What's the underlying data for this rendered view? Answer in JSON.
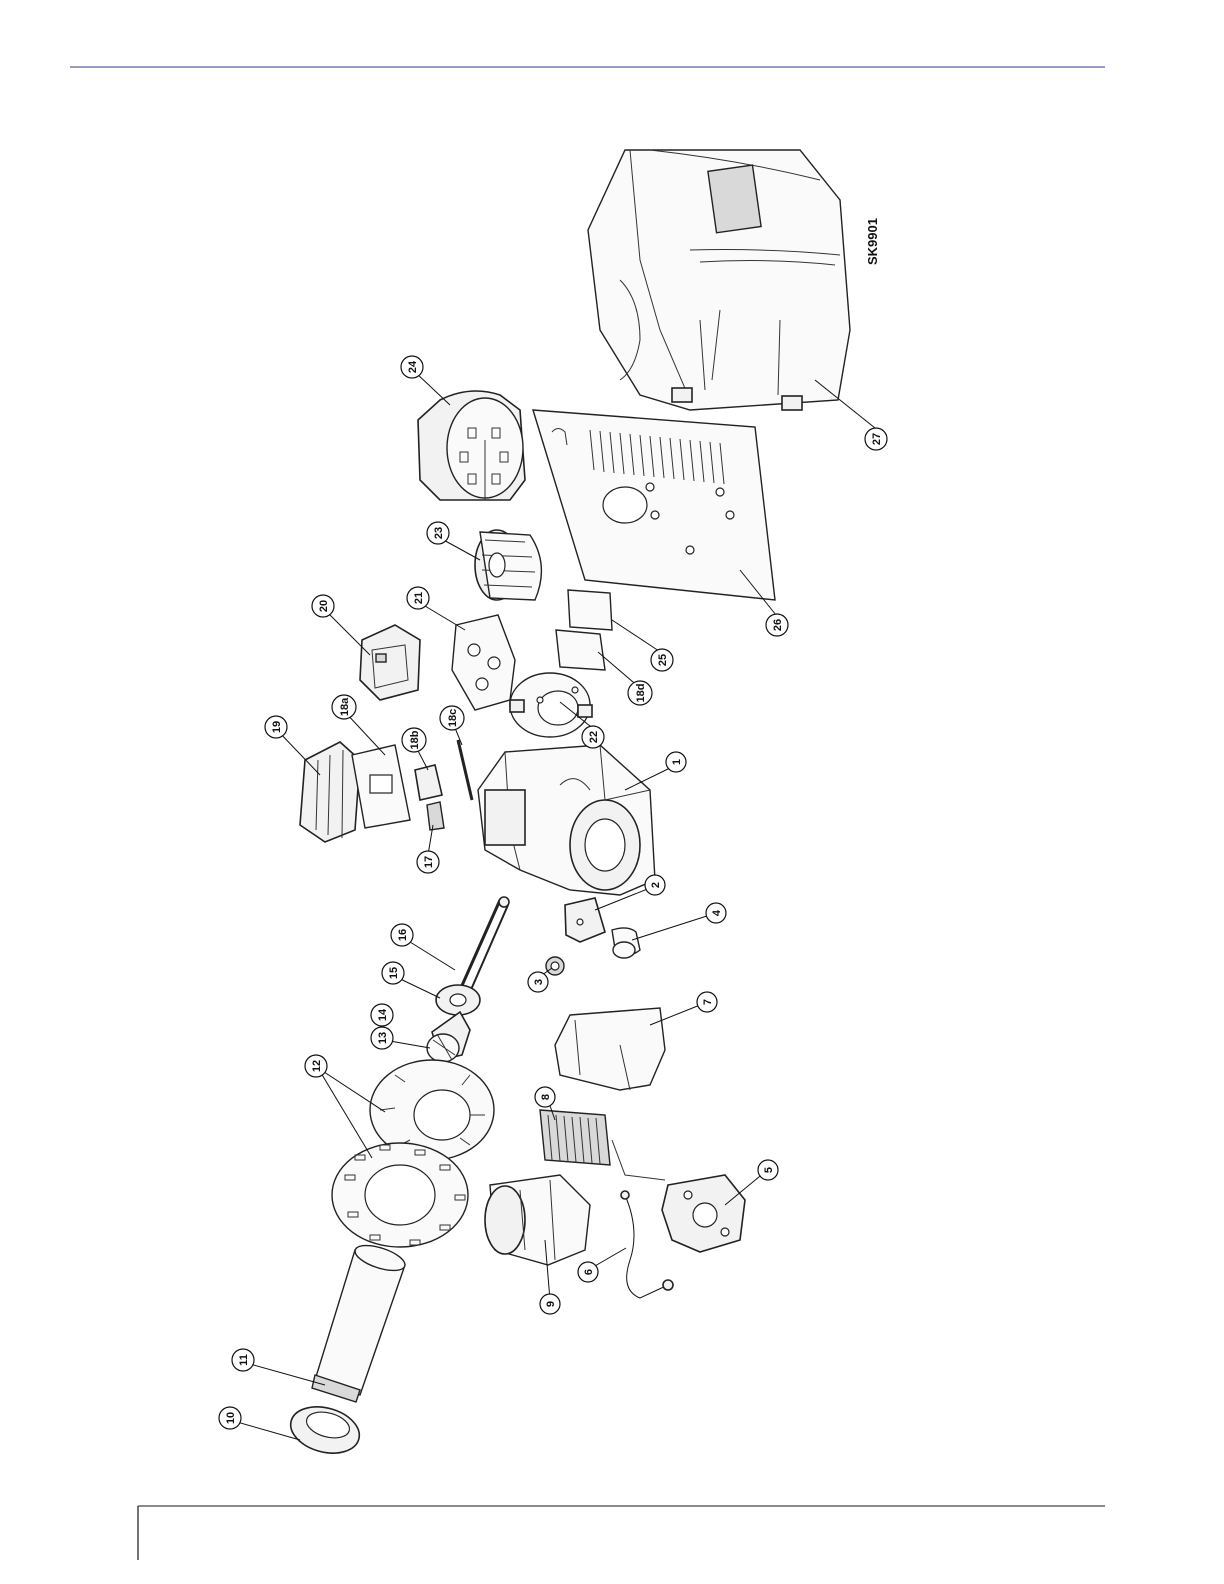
{
  "drawing_id": "SK9901",
  "callouts": [
    {
      "label": "1"
    },
    {
      "label": "2"
    },
    {
      "label": "3"
    },
    {
      "label": "4"
    },
    {
      "label": "5"
    },
    {
      "label": "6"
    },
    {
      "label": "7"
    },
    {
      "label": "8"
    },
    {
      "label": "9"
    },
    {
      "label": "10"
    },
    {
      "label": "11"
    },
    {
      "label": "12"
    },
    {
      "label": "13"
    },
    {
      "label": "14"
    },
    {
      "label": "15"
    },
    {
      "label": "16"
    },
    {
      "label": "17"
    },
    {
      "label": "18a"
    },
    {
      "label": "18b"
    },
    {
      "label": "18c"
    },
    {
      "label": "18d"
    },
    {
      "label": "19"
    },
    {
      "label": "20"
    },
    {
      "label": "21"
    },
    {
      "label": "22"
    },
    {
      "label": "23"
    },
    {
      "label": "24"
    },
    {
      "label": "25"
    },
    {
      "label": "26"
    },
    {
      "label": "27"
    }
  ],
  "colors": {
    "header_rule": "#5a5fa8",
    "footer_rule": "#444444",
    "ink": "#111111"
  }
}
